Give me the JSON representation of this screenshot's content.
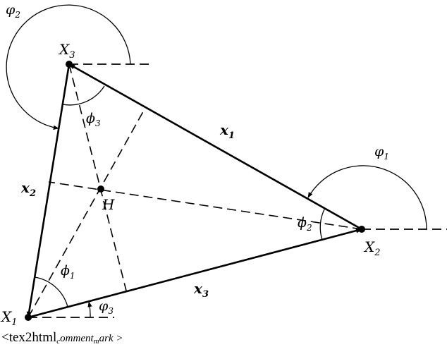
{
  "points": {
    "X1": {
      "label": "X",
      "sub": "1"
    },
    "X2": {
      "label": "X",
      "sub": "2"
    },
    "X3": {
      "label": "X",
      "sub": "3"
    },
    "H": {
      "label": "H"
    }
  },
  "sides": {
    "x1": {
      "label": "x",
      "sub": "1"
    },
    "x2": {
      "label": "x",
      "sub": "2"
    },
    "x3": {
      "label": "x",
      "sub": "3"
    }
  },
  "angles": {
    "phi1": {
      "label": "ϕ",
      "sub": "1"
    },
    "phi2": {
      "label": "ϕ",
      "sub": "2"
    },
    "phi3": {
      "label": "ϕ",
      "sub": "3"
    },
    "varphi1": {
      "label": "φ",
      "sub": "1"
    },
    "varphi2": {
      "label": "φ",
      "sub": "2"
    },
    "varphi3": {
      "label": "φ",
      "sub": "3"
    }
  },
  "caption": {
    "prefix": "<tex2html",
    "sub1": "c",
    "mid": "omment",
    "sub2": "m",
    "suffix": "ark >"
  }
}
